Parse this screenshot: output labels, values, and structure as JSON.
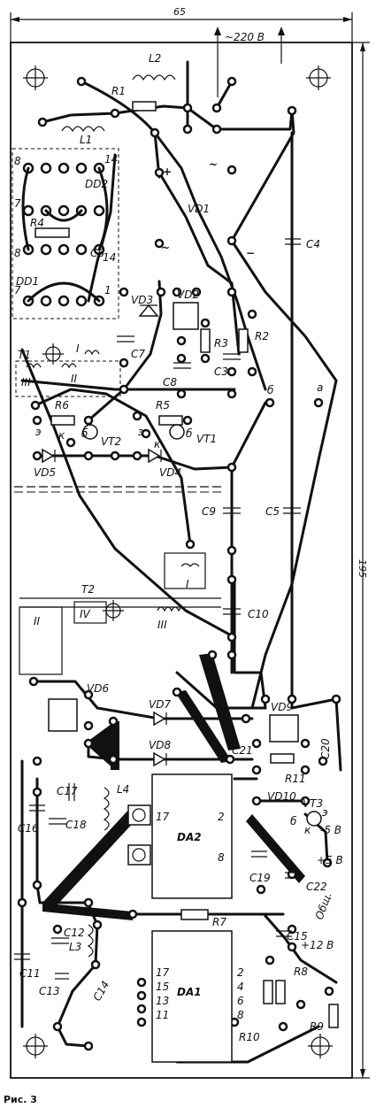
{
  "dimensions": {
    "width_label": "65",
    "height_label": "195"
  },
  "mains_label": "~220 В",
  "caption": "Рис. 3",
  "components": {
    "inductors": [
      "L2",
      "L1",
      "L4",
      "L3"
    ],
    "resistors": [
      "R1",
      "R4",
      "R6",
      "R5",
      "R3",
      "R2",
      "R11",
      "R7",
      "R8",
      "R10",
      "R9"
    ],
    "capacitors": [
      "C4",
      "C7",
      "C8",
      "C3",
      "C9",
      "C5",
      "C10",
      "C21",
      "C20",
      "C17",
      "C18",
      "C16",
      "C19",
      "C22",
      "C12",
      "C15",
      "C11",
      "C13",
      "C14",
      "C6"
    ],
    "diodes": [
      "VD1",
      "VD2",
      "VD3",
      "VD5",
      "VD4",
      "VD6",
      "VD7",
      "VD8",
      "VD9",
      "VD10"
    ],
    "transistors": [
      "VT2",
      "VT1",
      "VT3"
    ],
    "transformers": [
      "T1",
      "T2"
    ],
    "ics": [
      "DD1",
      "DD2",
      "DA1",
      "DA2"
    ]
  },
  "pin_labels": {
    "dd_top_left": "8",
    "dd_top_right": "14",
    "dd_mid_left": "7",
    "dd_bottom_left": "7",
    "dd_bottom_right": "1",
    "dd_row_left": "8",
    "dd_row_right": "14",
    "da2_17": "17",
    "da2_2": "2",
    "da2_8": "8",
    "da1_17": "17",
    "da1_15": "15",
    "da1_13": "13",
    "da1_11": "11",
    "da1_2": "2",
    "da1_4": "4",
    "da1_6": "6",
    "da1_8": "8"
  },
  "winding_labels": {
    "t1_III": "III",
    "t1_II": "II",
    "t1_I": "I",
    "t2_II": "II",
    "t2_IV": "IV",
    "t2_III": "III",
    "t2_I": "I"
  },
  "transistor_pins": {
    "vt2_e": "э",
    "vt2_k": "к",
    "vt2_b": "б",
    "vt1_e": "э",
    "vt1_k": "к",
    "vt1_b": "б",
    "vt3_e": "э",
    "vt3_k": "к",
    "vt3_b": "б"
  },
  "node_labels": {
    "a": "а",
    "b": "б",
    "minus": "−",
    "plus": "+",
    "tilde1": "~",
    "tilde2": "~"
  },
  "output_labels": {
    "minus5": "-5 В",
    "plus5": "+5 В",
    "common": "Общ.",
    "plus12": "+12 В"
  }
}
